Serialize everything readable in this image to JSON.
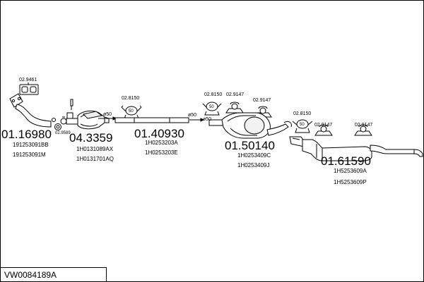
{
  "diagram": {
    "code": "VW0084189A",
    "parts": [
      {
        "id": "front-pipe",
        "number": "01.16980",
        "oe": [
          "191253091BB",
          "191253091M"
        ]
      },
      {
        "id": "catalyst",
        "number": "04.3359",
        "oe": [
          "1H0131089AX",
          "1H0131701AQ"
        ]
      },
      {
        "id": "intermediate-pipe",
        "number": "01.40930",
        "oe": [
          "1H0253203A",
          "1H0253203E"
        ]
      },
      {
        "id": "middle-silencer",
        "number": "01.50140",
        "oe": [
          "1H0253409C",
          "1H0253409J"
        ]
      },
      {
        "id": "rear-silencer",
        "number": "01.61590",
        "oe": [
          "1H5253609A",
          "1H5253609P"
        ]
      }
    ],
    "accessories": {
      "gasket": "02.9461",
      "small_clamp": "02.9589",
      "clamp_a": "02.8150",
      "clamp_b": "02.8150",
      "clamp_c": "02.8150",
      "hanger_a": "02.9147",
      "hanger_b": "02.9147",
      "hanger_c": "02.9147",
      "hanger_d": "02.9147"
    },
    "diameters": {
      "d1": "ø50",
      "d2": "ø50",
      "d3": "ø50"
    },
    "clamp_badge": "50"
  }
}
